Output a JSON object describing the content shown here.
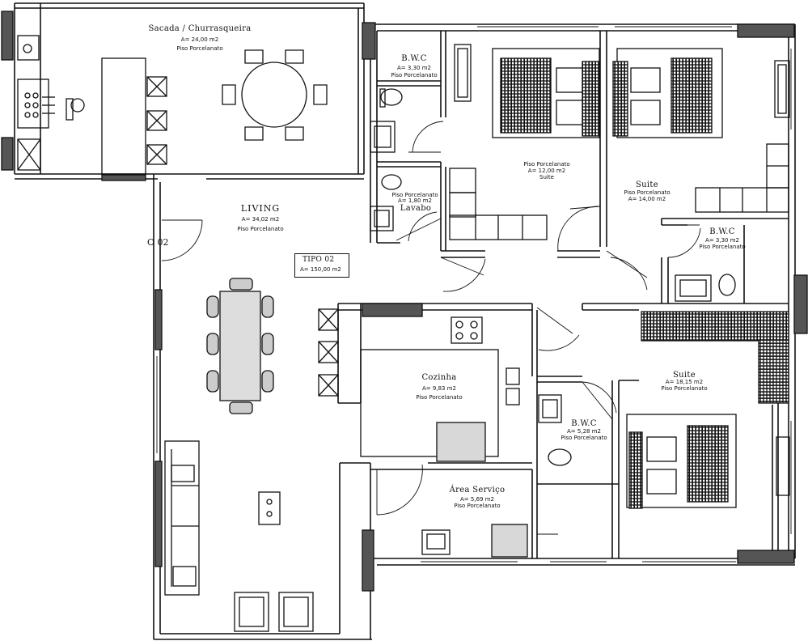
{
  "rooms": {
    "sacada": {
      "name": "Sacada / Churrasqueira",
      "area": "A= 24,00 m2",
      "floor": "Piso Porcelanato"
    },
    "living": {
      "name": "LIVING",
      "area": "A= 34,02 m2",
      "floor": "Piso Porcelanato"
    },
    "bwc_top": {
      "name": "B.W.C",
      "area": "A= 3,30 m2",
      "floor": "Piso Porcelanato"
    },
    "lavabo": {
      "name": "Lavabo",
      "area": "A= 1,80 m2",
      "floor": "Piso Porcelanato"
    },
    "suite_1": {
      "name": "Suite",
      "area": "A= 12,00 m2",
      "floor": "Piso Porcelanato"
    },
    "suite_2": {
      "name": "Suite",
      "area": "A= 14,00 m2",
      "floor": "Piso Porcelanato"
    },
    "bwc_right": {
      "name": "B.W.C",
      "area": "A= 3,30 m2",
      "floor": "Piso Porcelanato"
    },
    "cozinha": {
      "name": "Cozinha",
      "area": "A= 9,83 m2",
      "floor": "Piso Porcelanato"
    },
    "area_servico": {
      "name": "Área Serviço",
      "area": "A= 5,69 m2",
      "floor": "Piso Porcelanato"
    },
    "bwc_mid": {
      "name": "B.W.C",
      "area": "A= 5,28 m2",
      "floor": "Piso Porcelanato"
    },
    "suite_3": {
      "name": "Suite",
      "area": "A= 18,15 m2",
      "floor": "Piso Porcelanato"
    }
  },
  "tipo_box": {
    "title": "TIPO 02",
    "area": "A= 150,00 m2"
  },
  "edge_label": "O 02",
  "colors": {
    "line": "#111111",
    "wall_fill": "#555555",
    "counter_fill": "#d8d8d8",
    "furniture_fill": "#c8c8c8"
  },
  "icons": [
    "bed-icon",
    "toilet-icon",
    "sink-icon",
    "stove-icon",
    "chair-icon",
    "table-icon",
    "sofa-icon",
    "door-swing-icon"
  ]
}
